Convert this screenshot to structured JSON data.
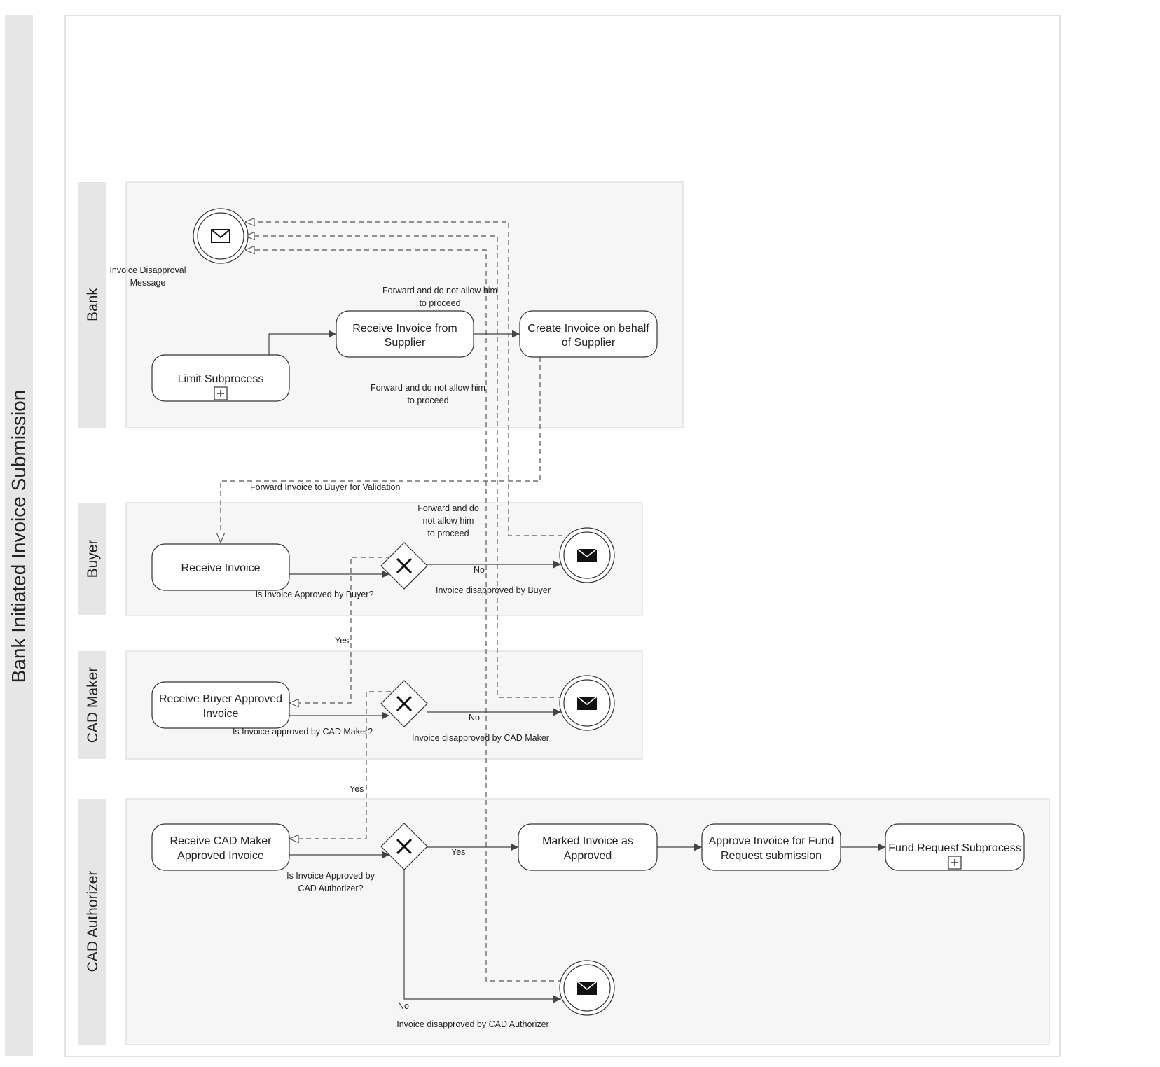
{
  "pool": {
    "title": "Bank Initiated Invoice Submission"
  },
  "lanes": {
    "bank": "Bank",
    "buyer": "Buyer",
    "cad_maker": "CAD Maker",
    "cad_authorizer": "CAD Authorizer"
  },
  "tasks": {
    "limit_subprocess": [
      "Limit Subprocess"
    ],
    "receive_invoice_from_supplier": [
      "Receive Invoice from",
      "Supplier"
    ],
    "create_invoice_on_behalf": [
      "Create Invoice on behalf",
      "of Supplier"
    ],
    "receive_invoice": [
      "Receive Invoice"
    ],
    "receive_buyer_approved_invoice": [
      "Receive Buyer Approved",
      "Invoice"
    ],
    "receive_cad_maker_approved_invoice": [
      "Receive CAD Maker",
      "Approved Invoice"
    ],
    "marked_invoice_as_approved": [
      "Marked Invoice as",
      "Approved"
    ],
    "approve_invoice_for_fund_request": [
      "Approve Invoice for Fund",
      "Request submission"
    ],
    "fund_request_subprocess": [
      "Fund Request Subprocess"
    ]
  },
  "events": {
    "invoice_disapproval_message": [
      "Invoice Disapproval",
      "Message"
    ],
    "disapproved_by_buyer": "Invoice disapproved by Buyer",
    "disapproved_by_cad_maker": "Invoice disapproved by CAD Maker",
    "disapproved_by_cad_authorizer": "Invoice disapproved by CAD Authorizer"
  },
  "gateways": {
    "buyer_question": "Is Invoice Approved by Buyer?",
    "cad_maker_question": "Is Invoice approved by CAD Maker?",
    "cad_authorizer_question": [
      "Is Invoice Approved by",
      "CAD Authorizer?"
    ]
  },
  "flow_labels": {
    "forward_not_allow_top": [
      "Forward and do not allow him",
      "to proceed"
    ],
    "forward_not_allow_mid": [
      "Forward and do not allow him",
      "to proceed"
    ],
    "forward_to_buyer": "Forward Invoice to Buyer for Validation",
    "forward_not_allow_buyer": [
      "Forward and do",
      "not allow him",
      "to proceed"
    ],
    "no": "No",
    "yes": "Yes"
  }
}
